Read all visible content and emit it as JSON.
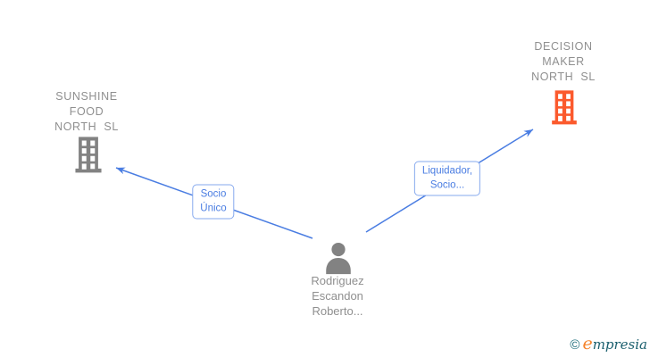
{
  "diagram": {
    "nodes": {
      "company_left": {
        "type": "company",
        "name_lines": [
          "SUNSHINE",
          "FOOD",
          "NORTH  SL"
        ]
      },
      "company_right": {
        "type": "company",
        "name_lines": [
          "DECISION",
          "MAKER",
          "NORTH  SL"
        ]
      },
      "person": {
        "type": "person",
        "name_lines": [
          "Rodriguez",
          "Escandon",
          "Roberto..."
        ]
      }
    },
    "edges": [
      {
        "from": "person",
        "to": "company_left",
        "label_lines": [
          "Socio",
          "Único"
        ]
      },
      {
        "from": "person",
        "to": "company_right",
        "label_lines": [
          "Liquidador,",
          "Socio..."
        ]
      }
    ]
  },
  "watermark": {
    "copyright": "©",
    "brand_initial": "e",
    "brand_rest": "mpresia"
  },
  "colors": {
    "edge_blue": "#4a7de2",
    "edge_label_text": "#4a7de2",
    "edge_label_border": "#86a9ee",
    "node_label_gray": "#8f8f8f",
    "company_left_icon_gray": "#828282",
    "company_right_icon_orange": "#fb5a2d",
    "person_icon_gray": "#828282",
    "watermark_teal": "#1a6b7a",
    "watermark_orange": "#f5832b"
  }
}
